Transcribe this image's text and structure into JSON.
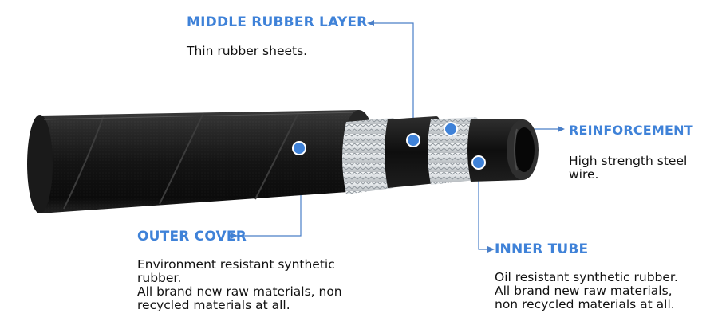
{
  "colors": {
    "accent": "#3f82d8",
    "leader_line": "#4a7fc8",
    "hose_rubber": "#1b1b1b",
    "braid": "#dfe3e6",
    "text": "#111111"
  },
  "labels": {
    "middle_rubber_layer": {
      "title": "MIDDLE RUBBER LAYER",
      "lines": [
        "Thin rubber sheets."
      ]
    },
    "reinforcement": {
      "title": "REINFORCEMENT",
      "lines": [
        "High strength steel",
        "wire."
      ]
    },
    "outer_cover": {
      "title": "OUTER COVER",
      "lines": [
        "Environment resistant synthetic",
        "rubber.",
        "All brand new raw materials, non",
        "recycled materials at all."
      ]
    },
    "inner_tube": {
      "title": "INNER TUBE",
      "lines": [
        "Oil resistant synthetic rubber.",
        "All brand new raw materials,",
        "non recycled materials at all."
      ]
    }
  }
}
